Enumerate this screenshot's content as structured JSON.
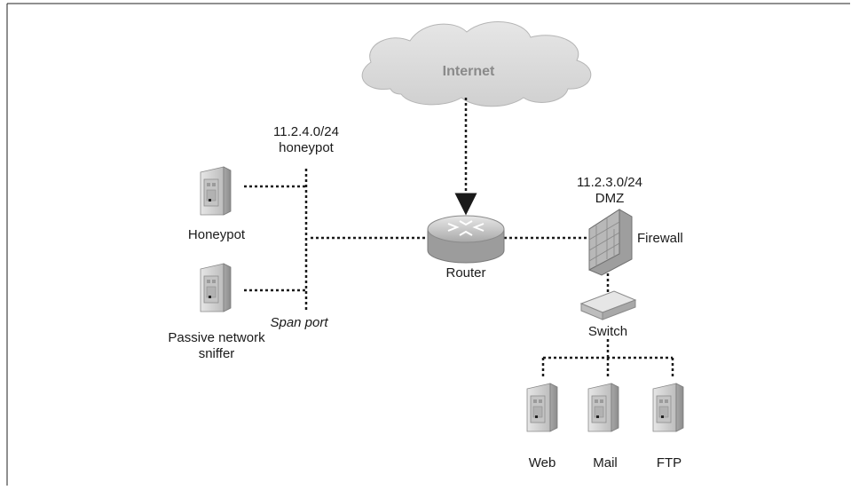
{
  "cloud": {
    "label": "Internet"
  },
  "networks": {
    "honeypot_net": {
      "cidr": "11.2.4.0/24",
      "name": "honeypot",
      "port_label": "Span port"
    },
    "dmz_net": {
      "cidr": "11.2.3.0/24",
      "name": "DMZ"
    }
  },
  "devices": {
    "router": "Router",
    "firewall": "Firewall",
    "switch": "Switch",
    "honeypot": "Honeypot",
    "sniffer_line1": "Passive network",
    "sniffer_line2": "sniffer",
    "web": "Web",
    "mail": "Mail",
    "ftp": "FTP"
  },
  "icons": {
    "cloud": "cloud-icon",
    "router": "router-icon",
    "firewall": "firewall-icon",
    "switch": "switch-icon",
    "server": "server-icon"
  },
  "colors": {
    "line": "#1a1a1a",
    "cloud": "#d9d9d9",
    "device": "#cfcfcf"
  }
}
